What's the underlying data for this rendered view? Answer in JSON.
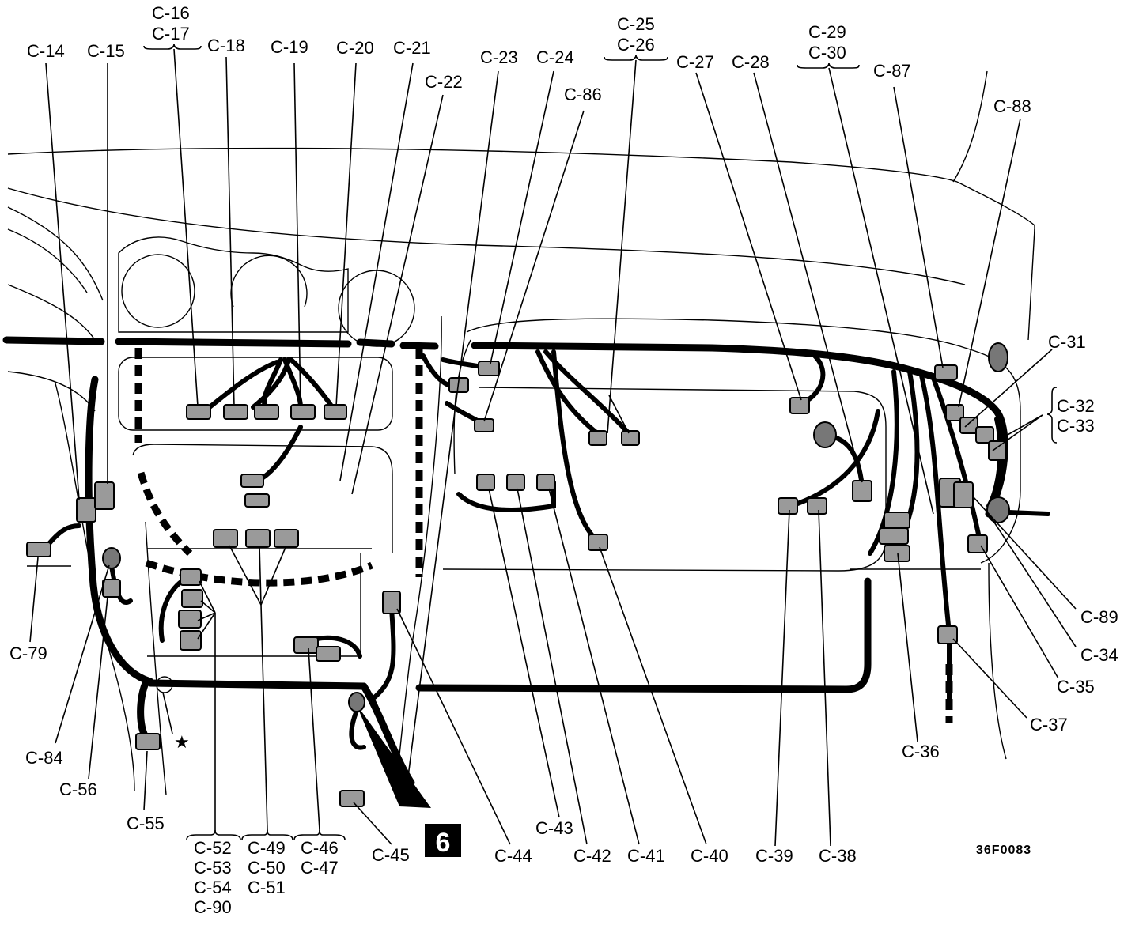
{
  "diagram": {
    "figure_code": "36F0083",
    "section_number": "6",
    "star_symbol": "★",
    "labels": {
      "c14": "C-14",
      "c15": "C-15",
      "c16": "C-16",
      "c17": "C-17",
      "c18": "C-18",
      "c19": "C-19",
      "c20": "C-20",
      "c21": "C-21",
      "c22": "C-22",
      "c23": "C-23",
      "c24": "C-24",
      "c86": "C-86",
      "c25": "C-25",
      "c26": "C-26",
      "c27": "C-27",
      "c28": "C-28",
      "c29": "C-29",
      "c30": "C-30",
      "c87": "C-87",
      "c88": "C-88",
      "c31": "C-31",
      "c32": "C-32",
      "c33": "C-33",
      "c89": "C-89",
      "c34": "C-34",
      "c35": "C-35",
      "c37": "C-37",
      "c36": "C-36",
      "c38": "C-38",
      "c39": "C-39",
      "c40": "C-40",
      "c41": "C-41",
      "c42": "C-42",
      "c43": "C-43",
      "c44": "C-44",
      "c45": "C-45",
      "c46": "C-46",
      "c47": "C-47",
      "c49": "C-49",
      "c50": "C-50",
      "c51": "C-51",
      "c52": "C-52",
      "c53": "C-53",
      "c54": "C-54",
      "c90": "C-90",
      "c55": "C-55",
      "c56": "C-56",
      "c84": "C-84",
      "c79": "C-79"
    }
  }
}
